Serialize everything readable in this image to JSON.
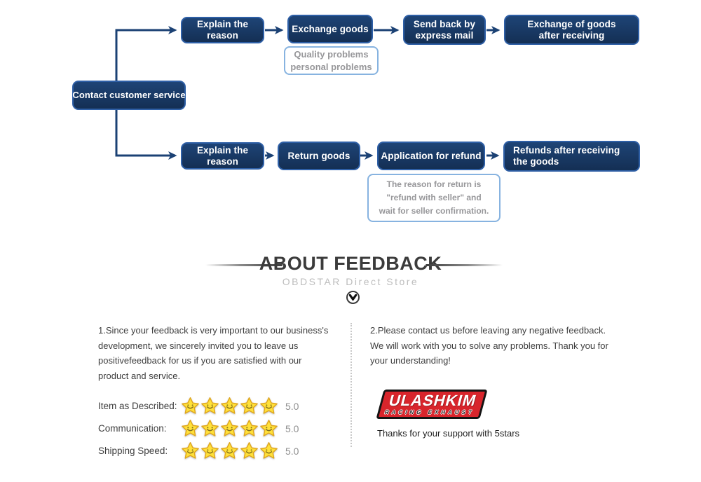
{
  "colors": {
    "line": "#1b4174",
    "box-top": "#1e4476",
    "box-bottom": "#142f54",
    "box-border": "#2e5fa6",
    "note-border": "#87b3e0",
    "note-text": "#97979a",
    "title": "#3b3b3b",
    "subtitle": "#bdbdbd",
    "body": "#3e3e3e",
    "score": "#8f8f8f",
    "logo-red": "#d8252c",
    "logo-dark": "#141414",
    "star-fill": "#ffe13a",
    "star-stroke": "#dfa61f",
    "star-face": "#83701c",
    "divider": "#c8c8c8"
  },
  "flowchart": {
    "root": "Contact customer service",
    "exchange_branch": {
      "steps": [
        "Explain the reason",
        "Exchange goods",
        "Send back by express mail",
        "Exchange of goods after receiving"
      ],
      "note_lines": [
        "Quality problems",
        "personal problems"
      ]
    },
    "refund_branch": {
      "steps": [
        "Explain the reason",
        "Return goods",
        "Application for refund",
        "Refunds after receiving the goods"
      ],
      "note_lines": [
        "The reason for return is",
        "\"refund with seller\" and",
        "wait for seller confirmation."
      ]
    }
  },
  "feedback": {
    "title": "ABOUT FEEDBACK",
    "subtitle": "OBDSTAR Direct Store",
    "left_note_lines": [
      "1.Since your feedback is very important to our business's",
      "development, we sincerely invited you to leave us",
      "positivefeedback for us if you are satisfied with our",
      "product and service."
    ],
    "right_note_lines": [
      "2.Please contact us before leaving any negative feedback.",
      "We will work with you to solve any problems. Thank you for",
      "your understanding!"
    ],
    "ratings": [
      {
        "label": "Item as Described:",
        "stars": 5,
        "score": "5.0"
      },
      {
        "label": "Communication:",
        "stars": 5,
        "score": "5.0"
      },
      {
        "label": "Shipping Speed:",
        "stars": 5,
        "score": "5.0"
      }
    ],
    "logo": {
      "name": "ULASHKIM",
      "tagline": "RACING EXHAUST"
    },
    "thanks": "Thanks for your support with 5stars"
  }
}
